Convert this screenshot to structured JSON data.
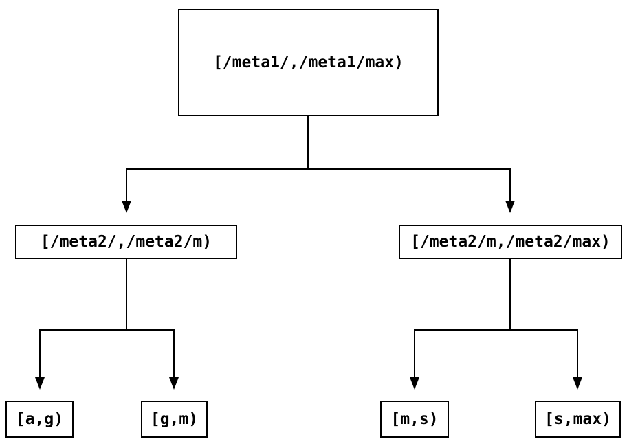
{
  "diagram": {
    "type": "interval-partition-tree",
    "background_color": "#ffffff",
    "line_color": "#000000",
    "node_border_color": "#000000",
    "node_fill_color": "#ffffff",
    "text_color": "#000000",
    "nodes": {
      "root": {
        "label": "[/meta1/,/meta1/max)"
      },
      "l2_left": {
        "label": "[/meta2/,/meta2/m)"
      },
      "l2_right": {
        "label": "[/meta2/m,/meta2/max)"
      },
      "leaf_ag": {
        "label": "[a,g)"
      },
      "leaf_gm": {
        "label": "[g,m)"
      },
      "leaf_ms": {
        "label": "[m,s)"
      },
      "leaf_smax": {
        "label": "[s,max)"
      }
    },
    "edges": [
      {
        "from": "root",
        "to": "l2_left"
      },
      {
        "from": "root",
        "to": "l2_right"
      },
      {
        "from": "l2_left",
        "to": "leaf_ag"
      },
      {
        "from": "l2_left",
        "to": "leaf_gm"
      },
      {
        "from": "l2_right",
        "to": "leaf_ms"
      },
      {
        "from": "l2_right",
        "to": "leaf_smax"
      }
    ]
  }
}
